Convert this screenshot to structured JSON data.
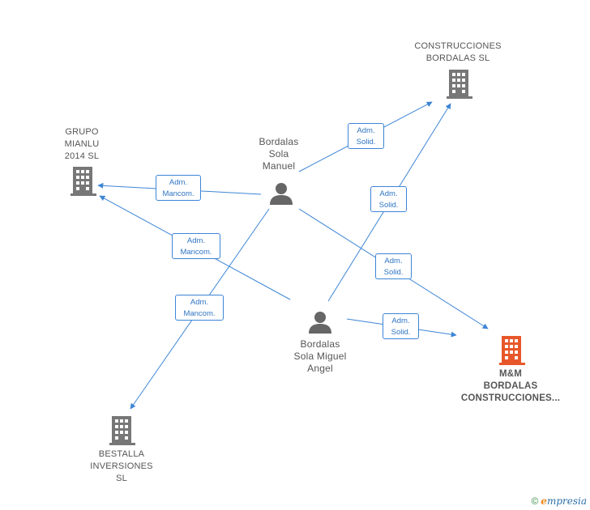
{
  "nodes": {
    "construcciones_bordalas": {
      "name": "CONSTRUCCIONES BORDALAS SL",
      "lines": [
        "CONSTRUCCIONES",
        "BORDALAS SL"
      ],
      "type": "company",
      "icon": "building-icon",
      "color": "#777777"
    },
    "grupo_mianlu": {
      "name": "GRUPO MIANLU 2014 SL",
      "lines": [
        "GRUPO",
        "MIANLU",
        "2014  SL"
      ],
      "type": "company",
      "icon": "building-icon",
      "color": "#777777"
    },
    "mm_bordalas": {
      "name": "M&M BORDALAS CONSTRUCCIONES...",
      "lines": [
        "M&M",
        "BORDALAS",
        "CONSTRUCCIONES..."
      ],
      "type": "company",
      "icon": "building-icon",
      "color": "#e8572a"
    },
    "bestalla": {
      "name": "BESTALLA INVERSIONES SL",
      "lines": [
        "BESTALLA",
        "INVERSIONES",
        "SL"
      ],
      "type": "company",
      "icon": "building-icon",
      "color": "#777777"
    },
    "bordalas_manuel": {
      "name": "Bordalas Sola Manuel",
      "lines": [
        "Bordalas",
        "Sola",
        "Manuel"
      ],
      "type": "person",
      "icon": "person-icon",
      "color": "#666666"
    },
    "bordalas_miguel": {
      "name": "Bordalas Sola Miguel Angel",
      "lines": [
        "Bordalas",
        "Sola Miguel",
        "Angel"
      ],
      "type": "person",
      "icon": "person-icon",
      "color": "#666666"
    }
  },
  "edges": [
    {
      "from": "bordalas_manuel",
      "to": "grupo_mianlu",
      "label": [
        "Adm.",
        "Mancom."
      ]
    },
    {
      "from": "bordalas_manuel",
      "to": "construcciones_bordalas",
      "label": [
        "Adm.",
        "Solid."
      ]
    },
    {
      "from": "bordalas_manuel",
      "to": "mm_bordalas",
      "label": [
        "Adm.",
        "Solid."
      ]
    },
    {
      "from": "bordalas_manuel",
      "to": "bestalla",
      "label": [
        "Adm.",
        "Mancom."
      ]
    },
    {
      "from": "bordalas_miguel",
      "to": "grupo_mianlu",
      "label": [
        "Adm.",
        "Mancom."
      ]
    },
    {
      "from": "bordalas_miguel",
      "to": "construcciones_bordalas",
      "label": [
        "Adm.",
        "Solid."
      ]
    },
    {
      "from": "bordalas_miguel",
      "to": "mm_bordalas",
      "label": [
        "Adm.",
        "Solid."
      ]
    }
  ],
  "edge_color": "#3d85d6",
  "footer": {
    "copyright": "©",
    "brand_e": "e",
    "brand_rest": "mpresia"
  }
}
